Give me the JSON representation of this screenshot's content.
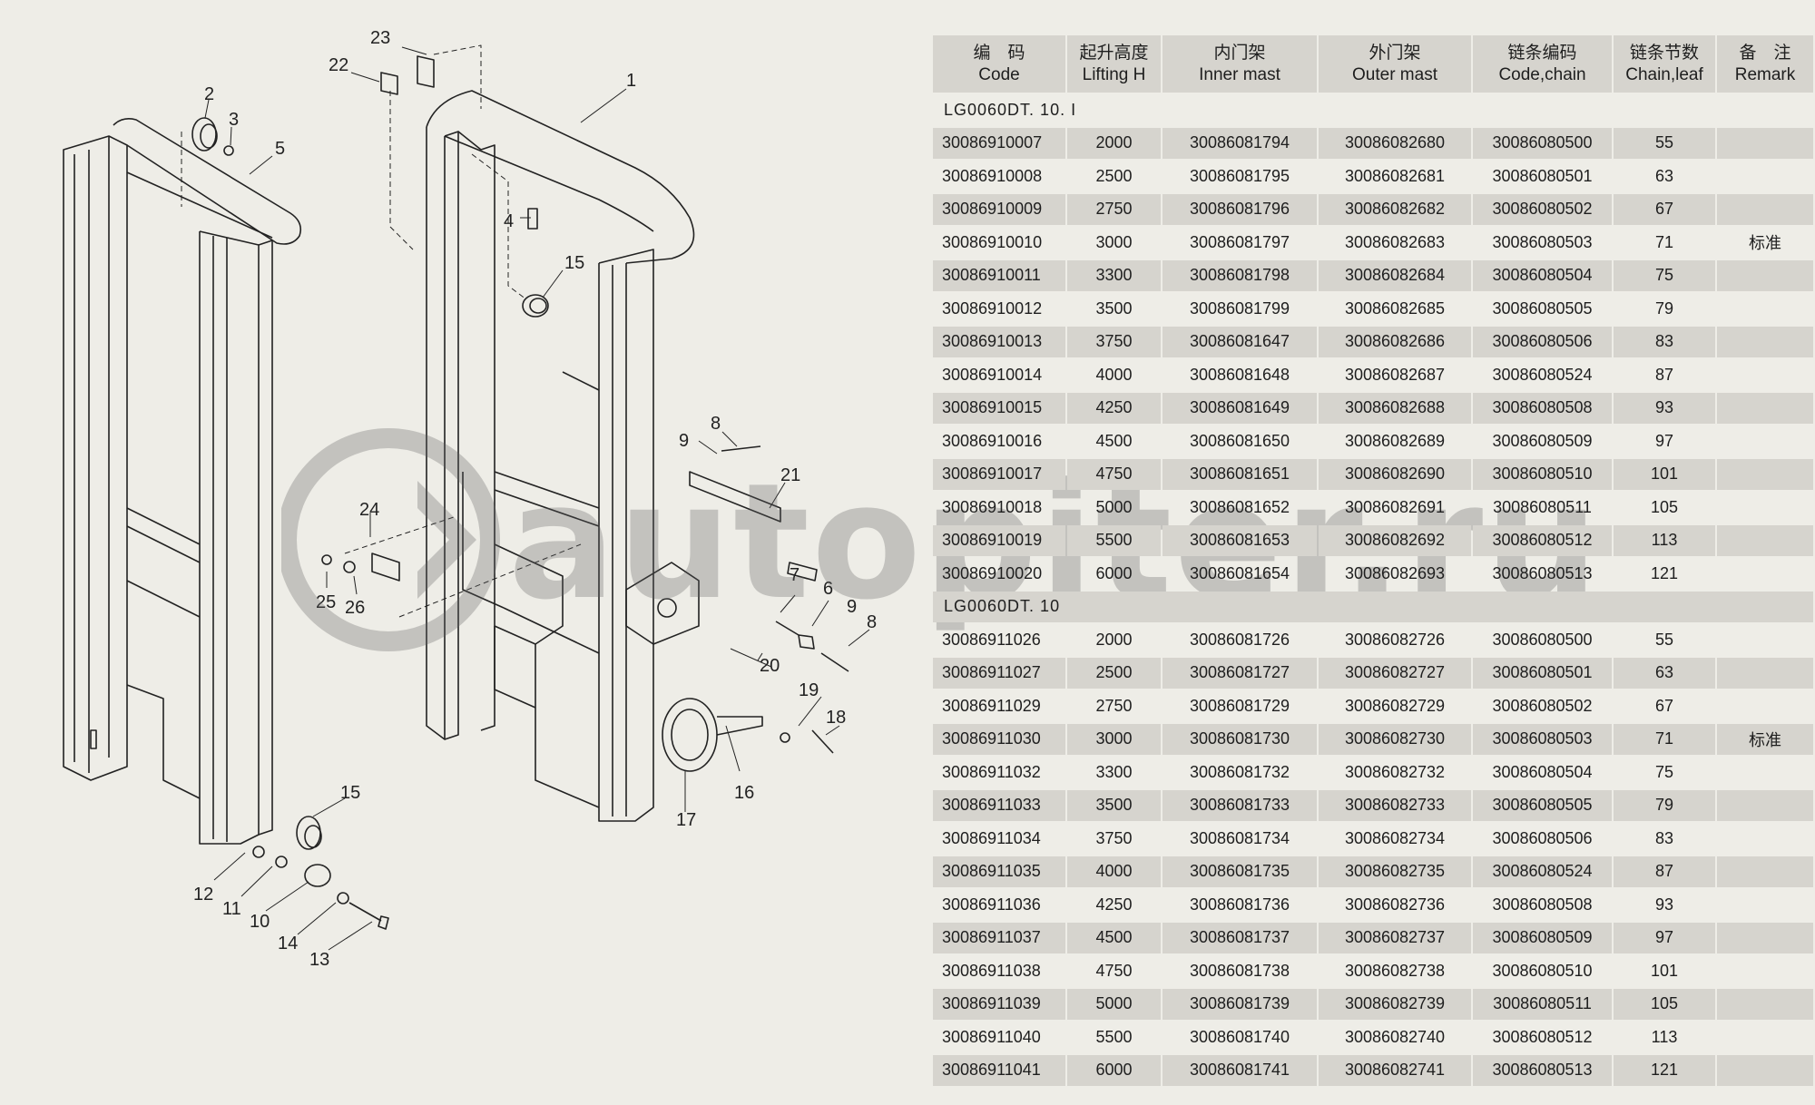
{
  "drawing": {
    "callouts": [
      "1",
      "2",
      "3",
      "4",
      "5",
      "6",
      "7",
      "8",
      "9",
      "10",
      "11",
      "12",
      "13",
      "14",
      "15",
      "16",
      "17",
      "18",
      "19",
      "20",
      "21",
      "22",
      "23",
      "24",
      "25",
      "26"
    ]
  },
  "watermark": {
    "text": "autopiter.ru"
  },
  "table": {
    "headers": [
      {
        "zh": "编　码",
        "en": "Code"
      },
      {
        "zh": "起升高度",
        "en": "Lifting H"
      },
      {
        "zh": "内门架",
        "en": "Inner mast"
      },
      {
        "zh": "外门架",
        "en": "Outer mast"
      },
      {
        "zh": "链条编码",
        "en": "Code,chain"
      },
      {
        "zh": "链条节数",
        "en": "Chain,leaf"
      },
      {
        "zh": "备　注",
        "en": "Remark"
      }
    ],
    "groups": [
      {
        "title": "LG0060DT. 10. I",
        "rows": [
          [
            "30086910007",
            "2000",
            "30086081794",
            "30086082680",
            "30086080500",
            "55",
            ""
          ],
          [
            "30086910008",
            "2500",
            "30086081795",
            "30086082681",
            "30086080501",
            "63",
            ""
          ],
          [
            "30086910009",
            "2750",
            "30086081796",
            "30086082682",
            "30086080502",
            "67",
            ""
          ],
          [
            "30086910010",
            "3000",
            "30086081797",
            "30086082683",
            "30086080503",
            "71",
            "标准"
          ],
          [
            "30086910011",
            "3300",
            "30086081798",
            "30086082684",
            "30086080504",
            "75",
            ""
          ],
          [
            "30086910012",
            "3500",
            "30086081799",
            "30086082685",
            "30086080505",
            "79",
            ""
          ],
          [
            "30086910013",
            "3750",
            "30086081647",
            "30086082686",
            "30086080506",
            "83",
            ""
          ],
          [
            "30086910014",
            "4000",
            "30086081648",
            "30086082687",
            "30086080524",
            "87",
            ""
          ],
          [
            "30086910015",
            "4250",
            "30086081649",
            "30086082688",
            "30086080508",
            "93",
            ""
          ],
          [
            "30086910016",
            "4500",
            "30086081650",
            "30086082689",
            "30086080509",
            "97",
            ""
          ],
          [
            "30086910017",
            "4750",
            "30086081651",
            "30086082690",
            "30086080510",
            "101",
            ""
          ],
          [
            "30086910018",
            "5000",
            "30086081652",
            "30086082691",
            "30086080511",
            "105",
            ""
          ],
          [
            "30086910019",
            "5500",
            "30086081653",
            "30086082692",
            "30086080512",
            "113",
            ""
          ],
          [
            "30086910020",
            "6000",
            "30086081654",
            "30086082693",
            "30086080513",
            "121",
            ""
          ]
        ]
      },
      {
        "title": "LG0060DT. 10",
        "rows": [
          [
            "30086911026",
            "2000",
            "30086081726",
            "30086082726",
            "30086080500",
            "55",
            ""
          ],
          [
            "30086911027",
            "2500",
            "30086081727",
            "30086082727",
            "30086080501",
            "63",
            ""
          ],
          [
            "30086911029",
            "2750",
            "30086081729",
            "30086082729",
            "30086080502",
            "67",
            ""
          ],
          [
            "30086911030",
            "3000",
            "30086081730",
            "30086082730",
            "30086080503",
            "71",
            "标准"
          ],
          [
            "30086911032",
            "3300",
            "30086081732",
            "30086082732",
            "30086080504",
            "75",
            ""
          ],
          [
            "30086911033",
            "3500",
            "30086081733",
            "30086082733",
            "30086080505",
            "79",
            ""
          ],
          [
            "30086911034",
            "3750",
            "30086081734",
            "30086082734",
            "30086080506",
            "83",
            ""
          ],
          [
            "30086911035",
            "4000",
            "30086081735",
            "30086082735",
            "30086080524",
            "87",
            ""
          ],
          [
            "30086911036",
            "4250",
            "30086081736",
            "30086082736",
            "30086080508",
            "93",
            ""
          ],
          [
            "30086911037",
            "4500",
            "30086081737",
            "30086082737",
            "30086080509",
            "97",
            ""
          ],
          [
            "30086911038",
            "4750",
            "30086081738",
            "30086082738",
            "30086080510",
            "101",
            ""
          ],
          [
            "30086911039",
            "5000",
            "30086081739",
            "30086082739",
            "30086080511",
            "105",
            ""
          ],
          [
            "30086911040",
            "5500",
            "30086081740",
            "30086082740",
            "30086080512",
            "113",
            ""
          ],
          [
            "30086911041",
            "6000",
            "30086081741",
            "30086082741",
            "30086080513",
            "121",
            ""
          ]
        ]
      }
    ]
  }
}
